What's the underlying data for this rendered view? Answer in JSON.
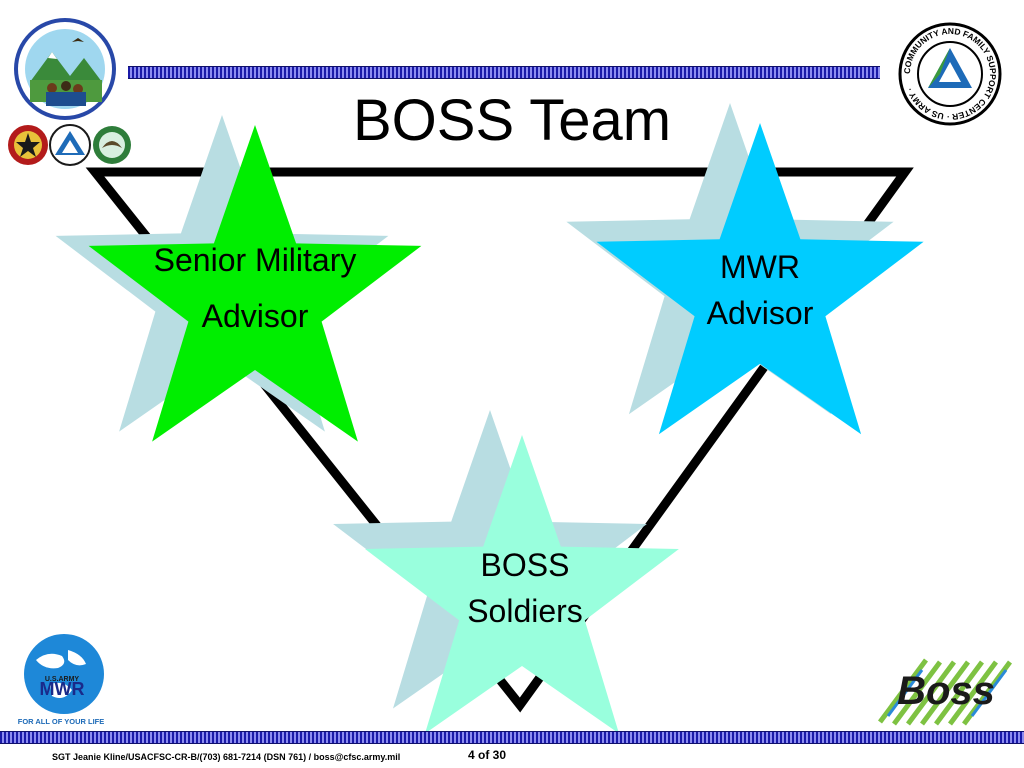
{
  "slide": {
    "title": "BOSS Team",
    "page": "4 of 30",
    "footer": "SGT Jeanie Kline/USACFSC-CR-B/(703) 681-7214 (DSN 761) / boss@cfsc.army.mil"
  },
  "stars": {
    "senior": {
      "line1": "Senior Military",
      "line2": "Advisor",
      "color": "#00ee00"
    },
    "mwr": {
      "line1": "MWR",
      "line2": "Advisor",
      "color": "#00ccff"
    },
    "boss": {
      "line1": "BOSS",
      "line2": "Soldiers",
      "color": "#99ffdd"
    },
    "shadow_color": "#b8dde2"
  },
  "logos": {
    "mwr_small": "U.S.ARMY",
    "mwr": "MWR",
    "mwr_ring": "FOR ALL OF YOUR LIFE",
    "cfsc_ring": "COMMUNITY AND FAMILY SUPPORT CENTER · US ARMY ·",
    "boss": "Boss"
  }
}
